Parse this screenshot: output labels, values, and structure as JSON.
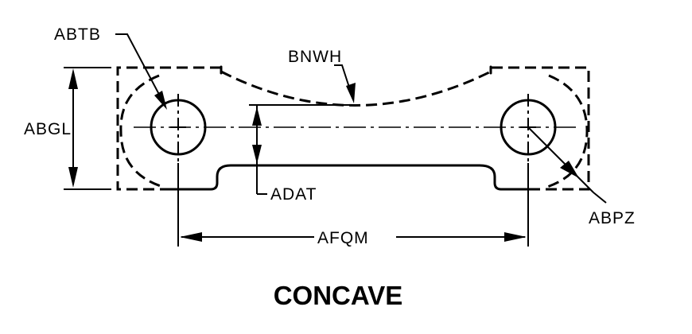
{
  "labels": {
    "abtb": "ABTB",
    "bnwh": "BNWH",
    "abgl": "ABGL",
    "adat": "ADAT",
    "abpz": "ABPZ",
    "afqm": "AFQM"
  },
  "title": "CONCAVE"
}
